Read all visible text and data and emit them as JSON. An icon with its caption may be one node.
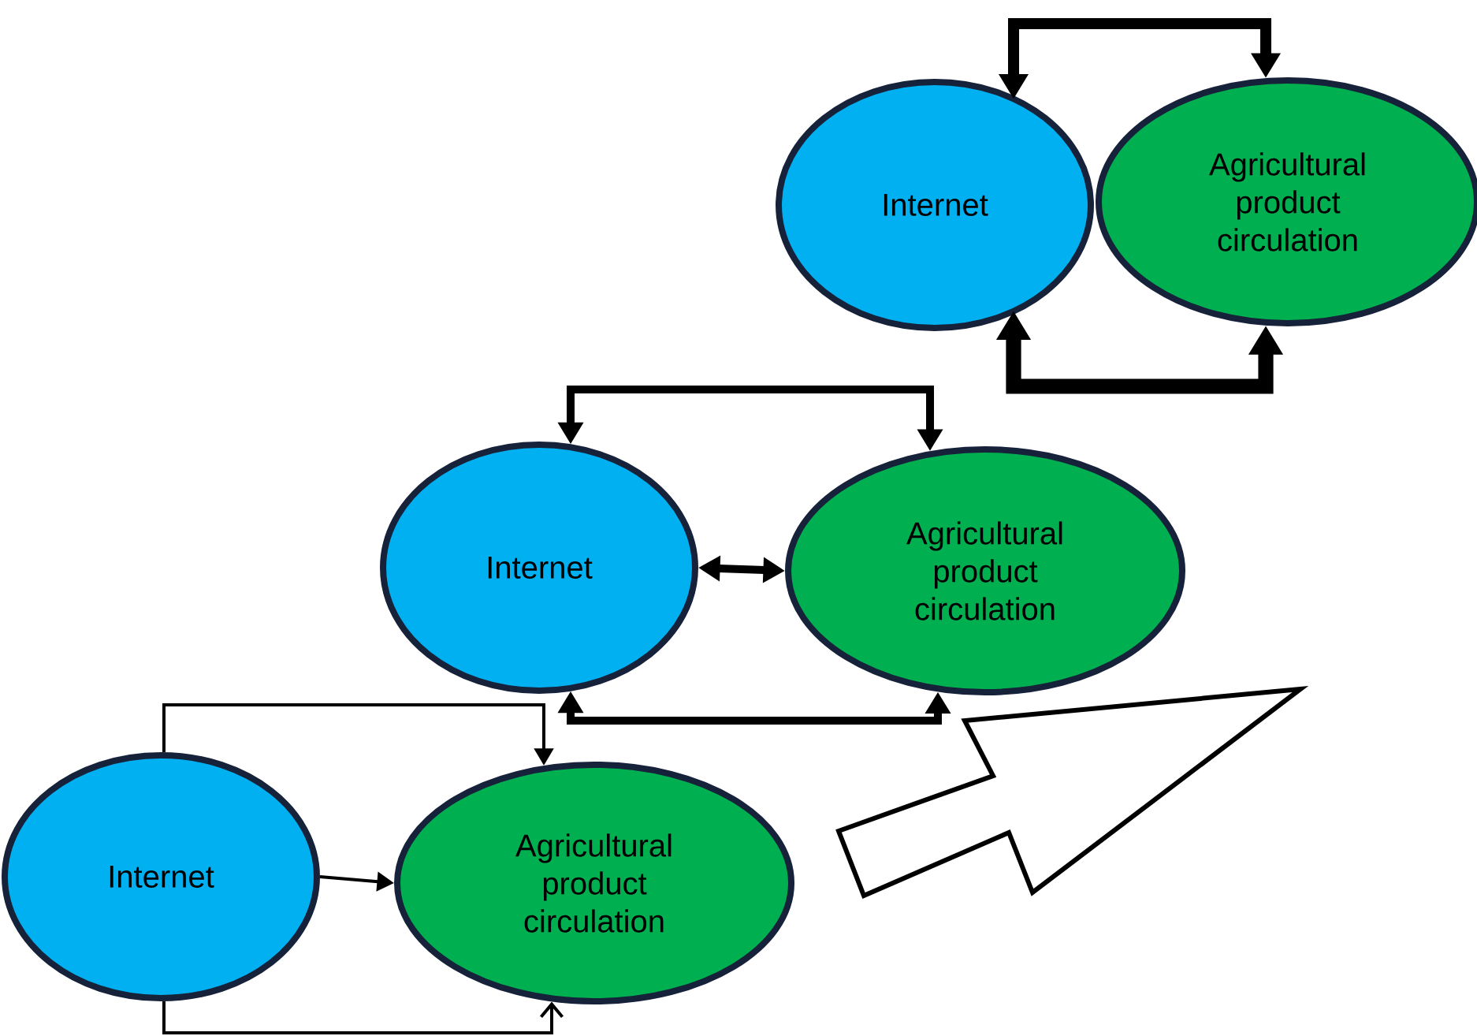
{
  "diagram": {
    "nodes": [
      {
        "text": [
          "Internet"
        ]
      },
      {
        "text": [
          "Agricultural product circulation"
        ]
      },
      {
        "text": [
          "Internet"
        ]
      },
      {
        "text": [
          "Agricultural product circulation"
        ]
      },
      {
        "text": [
          "Internet"
        ]
      },
      {
        "text": [
          "Agricultural product circulation"
        ]
      }
    ],
    "edges": [
      {
        "from": 0,
        "to": 1,
        "arrow": "to"
      },
      {
        "from": 0,
        "to": 1,
        "arrow": "to"
      },
      {
        "from": 0,
        "to": 1,
        "arrow": "to"
      },
      {
        "from": 2,
        "to": 3,
        "arrow": "both"
      },
      {
        "from": 2,
        "to": 3,
        "arrow": "both"
      },
      {
        "from": 2,
        "to": 3,
        "arrow": "both"
      },
      {
        "from": 4,
        "to": 5,
        "arrow": "both"
      },
      {
        "from": 4,
        "to": 5,
        "arrow": "both",
        "style": "thick"
      }
    ]
  }
}
